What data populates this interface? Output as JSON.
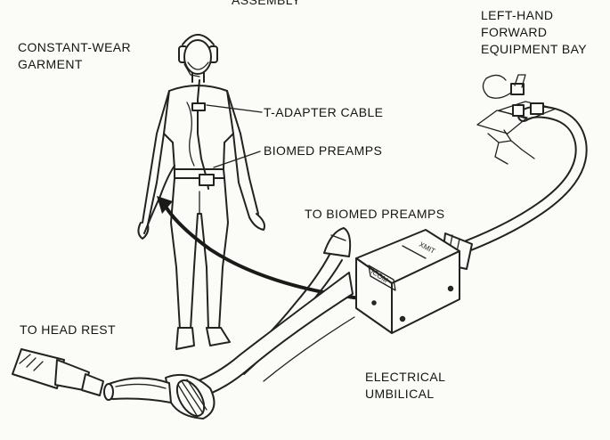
{
  "labels": {
    "top_cut": "ASSEMBLY",
    "garment_1": "CONSTANT-WEAR",
    "garment_2": "GARMENT",
    "t_adapter": "T-ADAPTER CABLE",
    "biomed": "BIOMED PREAMPS",
    "to_biomed": "TO BIOMED PREAMPS",
    "bay_1": "LEFT-HAND",
    "bay_2": "FORWARD",
    "bay_3": "EQUIPMENT BAY",
    "head_rest": "TO HEAD REST",
    "umbilical_1": "ELECTRICAL",
    "umbilical_2": "UMBILICAL"
  },
  "switch_labels": {
    "xmit": "XMIT",
    "icom": "ICOM"
  }
}
